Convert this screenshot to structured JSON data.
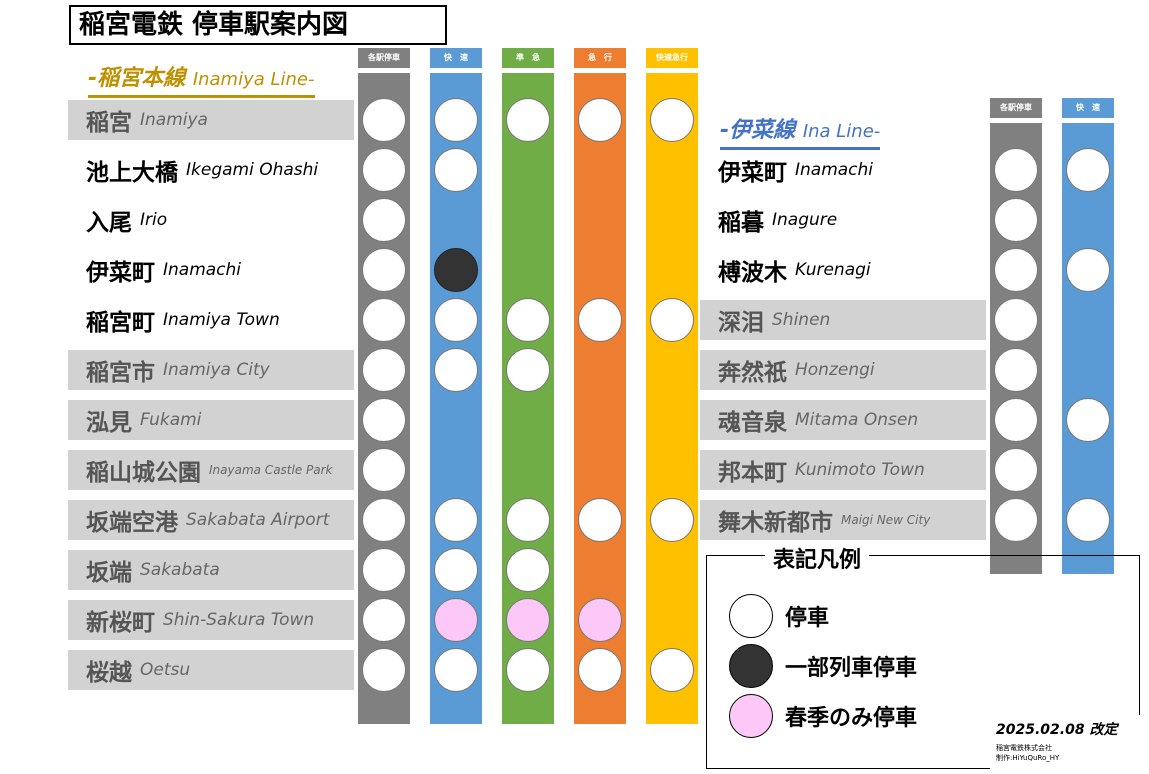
{
  "title": "稲宮電鉄 停車駅案内図",
  "colors": {
    "gray_col": "#808080",
    "rapid": "#5b9bd5",
    "semi_exp": "#70ad47",
    "express": "#ed7d31",
    "rapid_exp": "#ffc000",
    "inamiya_line": "#bf9000",
    "ina_line": "#4472c4",
    "station_bg": "#d2d2d2",
    "partial": "#333333",
    "spring": "#fbc8f7"
  },
  "inamiya": {
    "name_ja": "-稲宮本線",
    "name_en": "Inamiya Line-",
    "columns": [
      {
        "label": "各駅停車",
        "color": "#808080"
      },
      {
        "label": "快　速",
        "color": "#5b9bd5"
      },
      {
        "label": "準　急",
        "color": "#70ad47"
      },
      {
        "label": "急　行",
        "color": "#ed7d31"
      },
      {
        "label": "快速急行",
        "color": "#ffc000"
      }
    ],
    "stations": [
      {
        "ja": "稲宮",
        "en": "Inamiya",
        "gray": true,
        "stops": [
          "w",
          "w",
          "w",
          "w",
          "w"
        ]
      },
      {
        "ja": "池上大橋",
        "en": "Ikegami Ohashi",
        "gray": false,
        "stops": [
          "w",
          "w",
          "",
          "",
          ""
        ]
      },
      {
        "ja": "入尾",
        "en": "Irio",
        "gray": false,
        "stops": [
          "w",
          "",
          "",
          "",
          ""
        ]
      },
      {
        "ja": "伊菜町",
        "en": "Inamachi",
        "gray": false,
        "stops": [
          "w",
          "b",
          "",
          "",
          ""
        ]
      },
      {
        "ja": "稲宮町",
        "en": "Inamiya Town",
        "gray": false,
        "stops": [
          "w",
          "w",
          "w",
          "w",
          "w"
        ]
      },
      {
        "ja": "稲宮市",
        "en": "Inamiya City",
        "gray": true,
        "stops": [
          "w",
          "w",
          "w",
          "",
          ""
        ]
      },
      {
        "ja": "泓見",
        "en": "Fukami",
        "gray": true,
        "stops": [
          "w",
          "",
          "",
          "",
          ""
        ]
      },
      {
        "ja": "稲山城公園",
        "en": "Inayama Castle Park",
        "gray": true,
        "small": true,
        "stops": [
          "w",
          "",
          "",
          "",
          ""
        ]
      },
      {
        "ja": "坂端空港",
        "en": "Sakabata Airport",
        "gray": true,
        "stops": [
          "w",
          "w",
          "w",
          "w",
          "w"
        ]
      },
      {
        "ja": "坂端",
        "en": "Sakabata",
        "gray": true,
        "stops": [
          "w",
          "w",
          "w",
          "",
          ""
        ]
      },
      {
        "ja": "新桜町",
        "en": "Shin-Sakura Town",
        "gray": true,
        "stops": [
          "w",
          "p",
          "p",
          "p",
          ""
        ]
      },
      {
        "ja": "桜越",
        "en": "Oetsu",
        "gray": true,
        "stops": [
          "w",
          "w",
          "w",
          "w",
          "w"
        ]
      }
    ]
  },
  "ina": {
    "name_ja": "-伊菜線",
    "name_en": "Ina Line-",
    "columns": [
      {
        "label": "各駅停車",
        "color": "#808080"
      },
      {
        "label": "快　速",
        "color": "#5b9bd5"
      }
    ],
    "stations": [
      {
        "ja": "伊菜町",
        "en": "Inamachi",
        "gray": false,
        "stops": [
          "w",
          "w"
        ]
      },
      {
        "ja": "稲暮",
        "en": "Inagure",
        "gray": false,
        "stops": [
          "w",
          ""
        ]
      },
      {
        "ja": "榑波木",
        "en": "Kurenagi",
        "gray": false,
        "stops": [
          "w",
          "w"
        ]
      },
      {
        "ja": "深泪",
        "en": "Shinen",
        "gray": true,
        "stops": [
          "w",
          ""
        ]
      },
      {
        "ja": "奔然祇",
        "en": "Honzengi",
        "gray": true,
        "stops": [
          "w",
          ""
        ]
      },
      {
        "ja": "魂音泉",
        "en": "Mitama Onsen",
        "gray": true,
        "stops": [
          "w",
          "w"
        ]
      },
      {
        "ja": "邦本町",
        "en": "Kunimoto Town",
        "gray": true,
        "stops": [
          "w",
          ""
        ]
      },
      {
        "ja": "舞木新都市",
        "en": "Maigi New City",
        "gray": true,
        "small": true,
        "stops": [
          "w",
          "w"
        ]
      }
    ]
  },
  "legend": {
    "title": "表記凡例",
    "items": [
      {
        "type": "w",
        "label": "停車"
      },
      {
        "type": "b",
        "label": "一部列車停車"
      },
      {
        "type": "p",
        "label": "春季のみ停車"
      }
    ]
  },
  "revision": {
    "date": "2025.02.08 改定",
    "company": "稲宮電鉄株式会社",
    "author": "制作:HiYuQuRo_HY"
  }
}
